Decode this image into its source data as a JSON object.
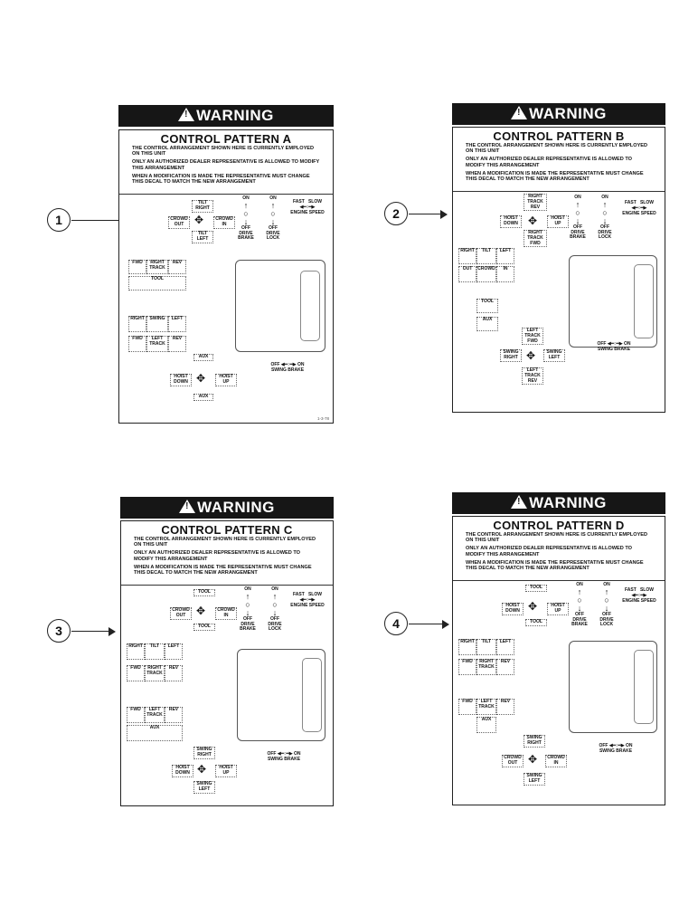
{
  "warning_label": "WARNING",
  "body_lines": [
    "THE CONTROL ARRANGEMENT SHOWN HERE IS CURRENTLY EMPLOYED ON THIS UNIT",
    "ONLY AN AUTHORIZED DEALER REPRESENTATIVE IS ALLOWED TO MODIFY THIS ARRANGEMENT",
    "WHEN A MODIFICATION IS MADE THE REPRESENTATIVE MUST CHANGE THIS DECAL TO MATCH THE NEW ARRANGEMENT"
  ],
  "callouts": [
    "1",
    "2",
    "3",
    "4"
  ],
  "common": {
    "on": "ON",
    "off": "OFF",
    "drive_brake": "DRIVE BRAKE",
    "drive_lock": "DRIVE LOCK",
    "fast": "FAST",
    "slow": "SLOW",
    "engine_speed": "ENGINE SPEED",
    "swing_brake_off": "OFF",
    "swing_brake_on": "ON",
    "swing_brake": "SWING BRAKE"
  },
  "patterns": [
    {
      "title": "CONTROL PATTERN A",
      "pad_top": [
        "TILT RIGHT",
        "CROWD OUT",
        "CROWD IN",
        "TILT LEFT"
      ],
      "fwd": "FWD",
      "right_track": "RIGHT TRACK",
      "rev": "REV",
      "tool": "TOOL",
      "right": "RIGHT",
      "swing": "SWING",
      "left": "LEFT",
      "fwd2": "FWD",
      "left_track": "LEFT TRACK",
      "rev2": "REV",
      "pad_bottom": [
        "AUX",
        "HOIST DOWN",
        "HOIST UP",
        "AUX"
      ],
      "small_tag": "1-3-78"
    },
    {
      "title": "CONTROL PATTERN B",
      "pad_top": [
        "RIGHT TRACK REV",
        "HOIST DOWN",
        "HOIST UP",
        "RIGHT TRACK FWD"
      ],
      "right": "RIGHT",
      "tilt": "TILT",
      "left": "LEFT",
      "out": "OUT",
      "crowd": "CROWD",
      "in": "IN",
      "tool": "TOOL",
      "aux": "AUX",
      "pad_bottom": [
        "LEFT TRACK FWD",
        "SWING RIGHT",
        "SWING LEFT",
        "LEFT TRACK REV"
      ]
    },
    {
      "title": "CONTROL PATTERN C",
      "pad_top": [
        "TOOL",
        "CROWD OUT",
        "CROWD IN",
        "TOOL"
      ],
      "right": "RIGHT",
      "tilt": "TILT",
      "left": "LEFT",
      "fwd": "FWD",
      "right_track": "RIGHT TRACK",
      "rev": "REV",
      "fwd2": "FWD",
      "left_track": "LEFT TRACK",
      "rev2": "REV",
      "aux": "AUX",
      "pad_bottom": [
        "SWING RIGHT",
        "HOIST DOWN",
        "HOIST UP",
        "SWING LEFT"
      ]
    },
    {
      "title": "CONTROL PATTERN D",
      "pad_top": [
        "TOOL",
        "HOIST DOWN",
        "HOIST UP",
        "TOOL"
      ],
      "right": "RIGHT",
      "tilt": "TILT",
      "left": "LEFT",
      "fwd": "FWD",
      "right_track": "RIGHT TRACK",
      "rev": "REV",
      "fwd2": "FWD",
      "left_track": "LEFT TRACK",
      "rev2": "REV",
      "aux": "AUX",
      "pad_bottom": [
        "SWING RIGHT",
        "CROWD OUT",
        "CROWD IN",
        "SWING LEFT"
      ]
    }
  ]
}
